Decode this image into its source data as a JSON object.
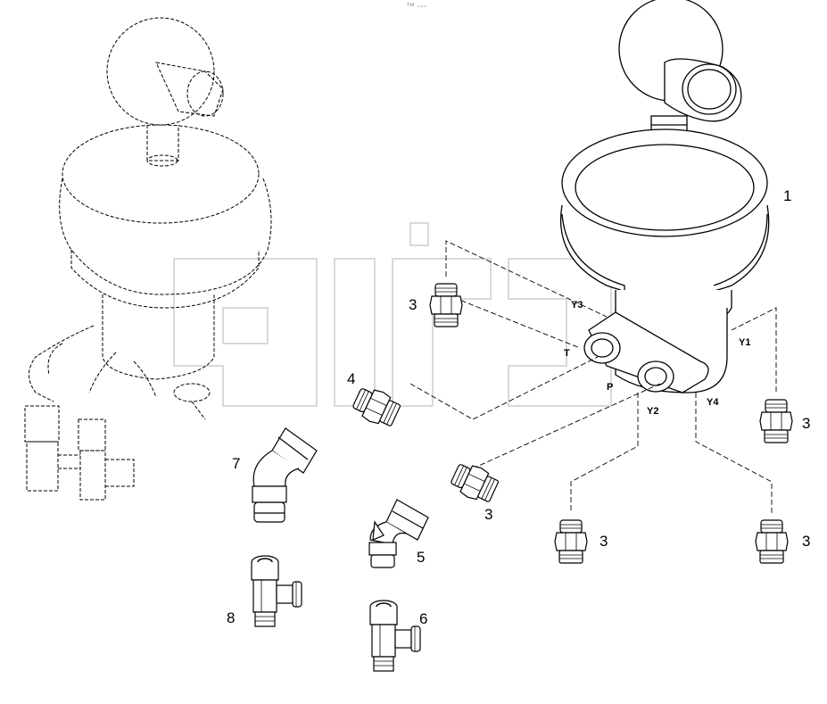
{
  "watermark": {
    "trademark": "TM"
  },
  "top_mark": "™ ---",
  "callouts": [
    {
      "id": "c1",
      "text": "1"
    },
    {
      "id": "c3a",
      "text": "3"
    },
    {
      "id": "c3b",
      "text": "3"
    },
    {
      "id": "c3c",
      "text": "3"
    },
    {
      "id": "c3d",
      "text": "3"
    },
    {
      "id": "c3e",
      "text": "3"
    },
    {
      "id": "c4",
      "text": "4"
    },
    {
      "id": "c5",
      "text": "5"
    },
    {
      "id": "c6",
      "text": "6"
    },
    {
      "id": "c7",
      "text": "7"
    },
    {
      "id": "c8",
      "text": "8"
    }
  ],
  "ports": [
    {
      "id": "Y3",
      "text": "Y3"
    },
    {
      "id": "Y1",
      "text": "Y1"
    },
    {
      "id": "T",
      "text": "T"
    },
    {
      "id": "P",
      "text": "P"
    },
    {
      "id": "Y2",
      "text": "Y2"
    },
    {
      "id": "Y4",
      "text": "Y4"
    }
  ]
}
